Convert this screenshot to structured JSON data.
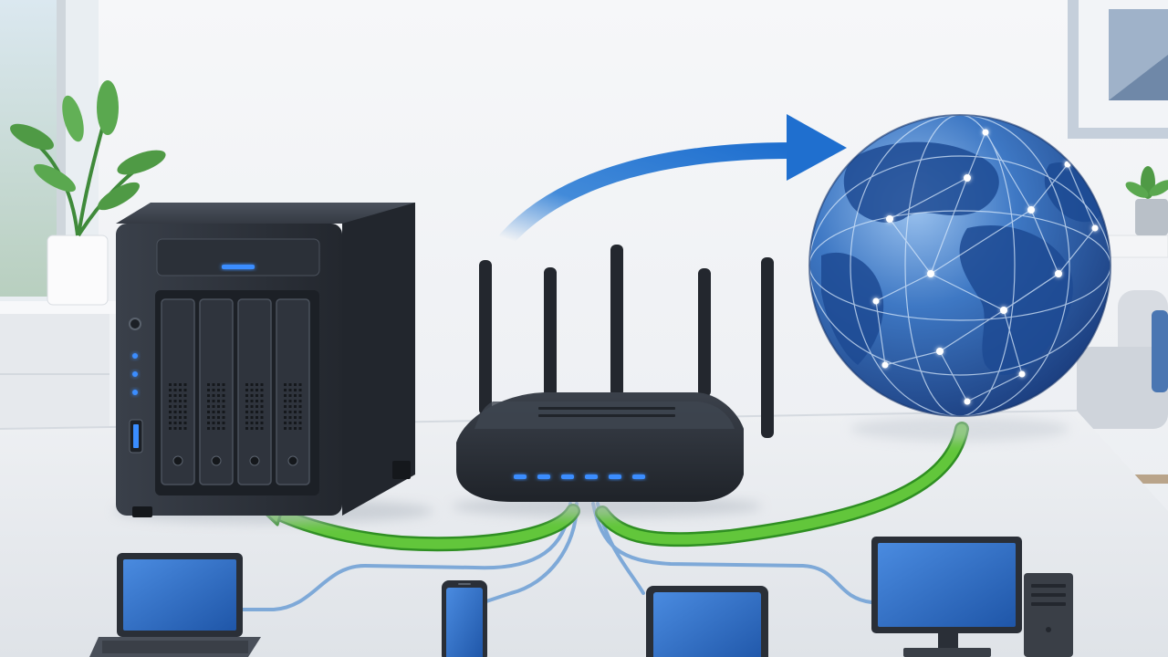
{
  "scene": {
    "description_role": "network-illustration",
    "objects": {
      "nas": {
        "drive_bays": 4,
        "status_leds": 3,
        "icon": "nas-server-icon"
      },
      "router": {
        "antennas": 5,
        "status_leds": 6,
        "icon": "wifi-router-icon"
      },
      "globe": {
        "icon": "globe-icon"
      },
      "devices": [
        {
          "name": "laptop",
          "icon": "laptop-icon"
        },
        {
          "name": "smartphone",
          "icon": "smartphone-icon"
        },
        {
          "name": "tablet",
          "icon": "tablet-icon"
        },
        {
          "name": "desktop-computer",
          "icon": "desktop-computer-icon"
        }
      ],
      "arrows": [
        {
          "name": "upload-to-internet",
          "color": "#2f7fd6"
        },
        {
          "name": "internet-to-router",
          "color": "#5cc236"
        },
        {
          "name": "router-to-nas",
          "color": "#5cc236"
        }
      ]
    },
    "colors": {
      "wall": "#f1f3f6",
      "floor": "#e4e8ee",
      "device_dark": "#2a2f37",
      "led_blue": "#3a8dff",
      "screen_blue": "#2f6fc9",
      "globe_ocean": "#2d62b0",
      "cable_blue": "#7ea9d8",
      "arrow_green": "#5cc236",
      "arrow_blue": "#2f7fd6"
    }
  }
}
